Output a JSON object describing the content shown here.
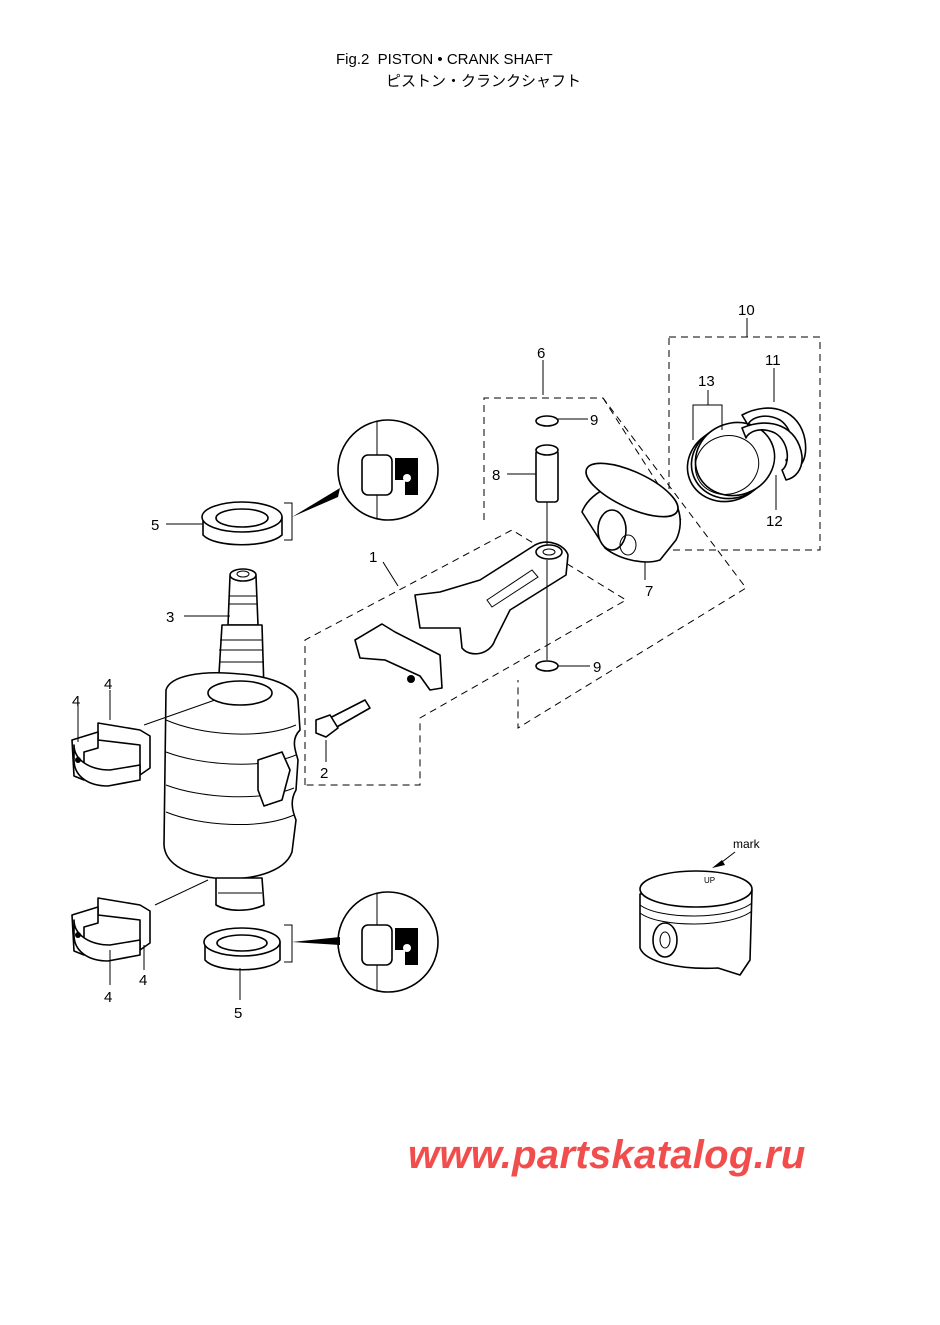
{
  "header": {
    "title": "Fig.2  PISTON • CRANK SHAFT",
    "subtitle": "ピストン・クランクシャフト"
  },
  "callouts": {
    "c1": "1",
    "c2": "2",
    "c3": "3",
    "c4a": "4",
    "c4b": "4",
    "c4c": "4",
    "c4d": "4",
    "c5a": "5",
    "c5b": "5",
    "c6": "6",
    "c7": "7",
    "c8": "8",
    "c9a": "9",
    "c9b": "9",
    "c10": "10",
    "c11": "11",
    "c12": "12",
    "c13": "13"
  },
  "mark_label": "mark",
  "watermark": "www.partskatalog.ru"
}
